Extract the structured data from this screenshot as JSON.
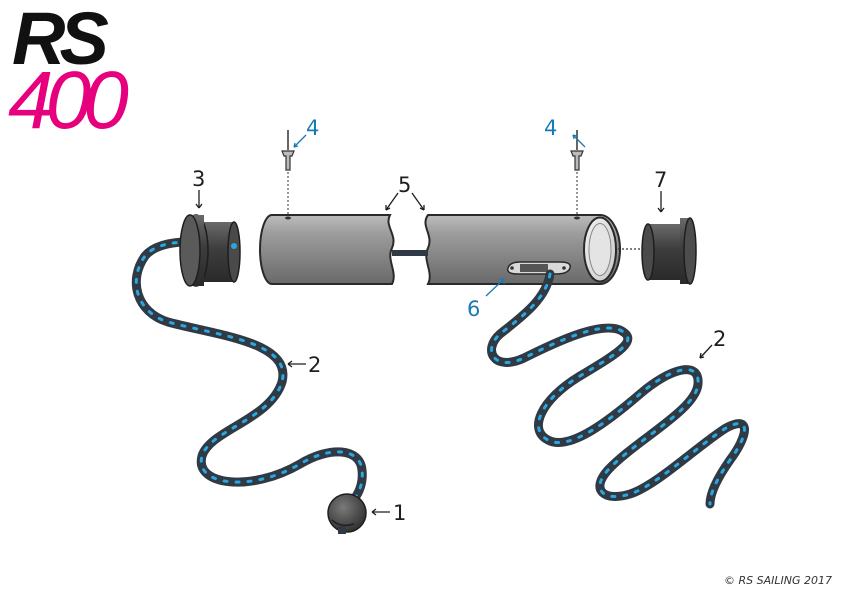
{
  "logo": {
    "letters": "RS",
    "number": "400"
  },
  "copyright": "© RS SAILING 2017",
  "colors": {
    "brand_pink": "#e6007e",
    "callout_blue": "#1a7ab5",
    "rope_dark": "#2f3a45",
    "rope_fleck": "#2aa7e0",
    "tube_grey": "#8e8e8e",
    "cap_dark": "#3b3b3b"
  },
  "callouts": {
    "ball": "1",
    "rope_left": "2",
    "rope_right": "2",
    "end_cap_left": "3",
    "rivet_left": "4",
    "rivet_right": "4",
    "tube": "5",
    "cleat": "6",
    "end_cap_right": "7"
  }
}
